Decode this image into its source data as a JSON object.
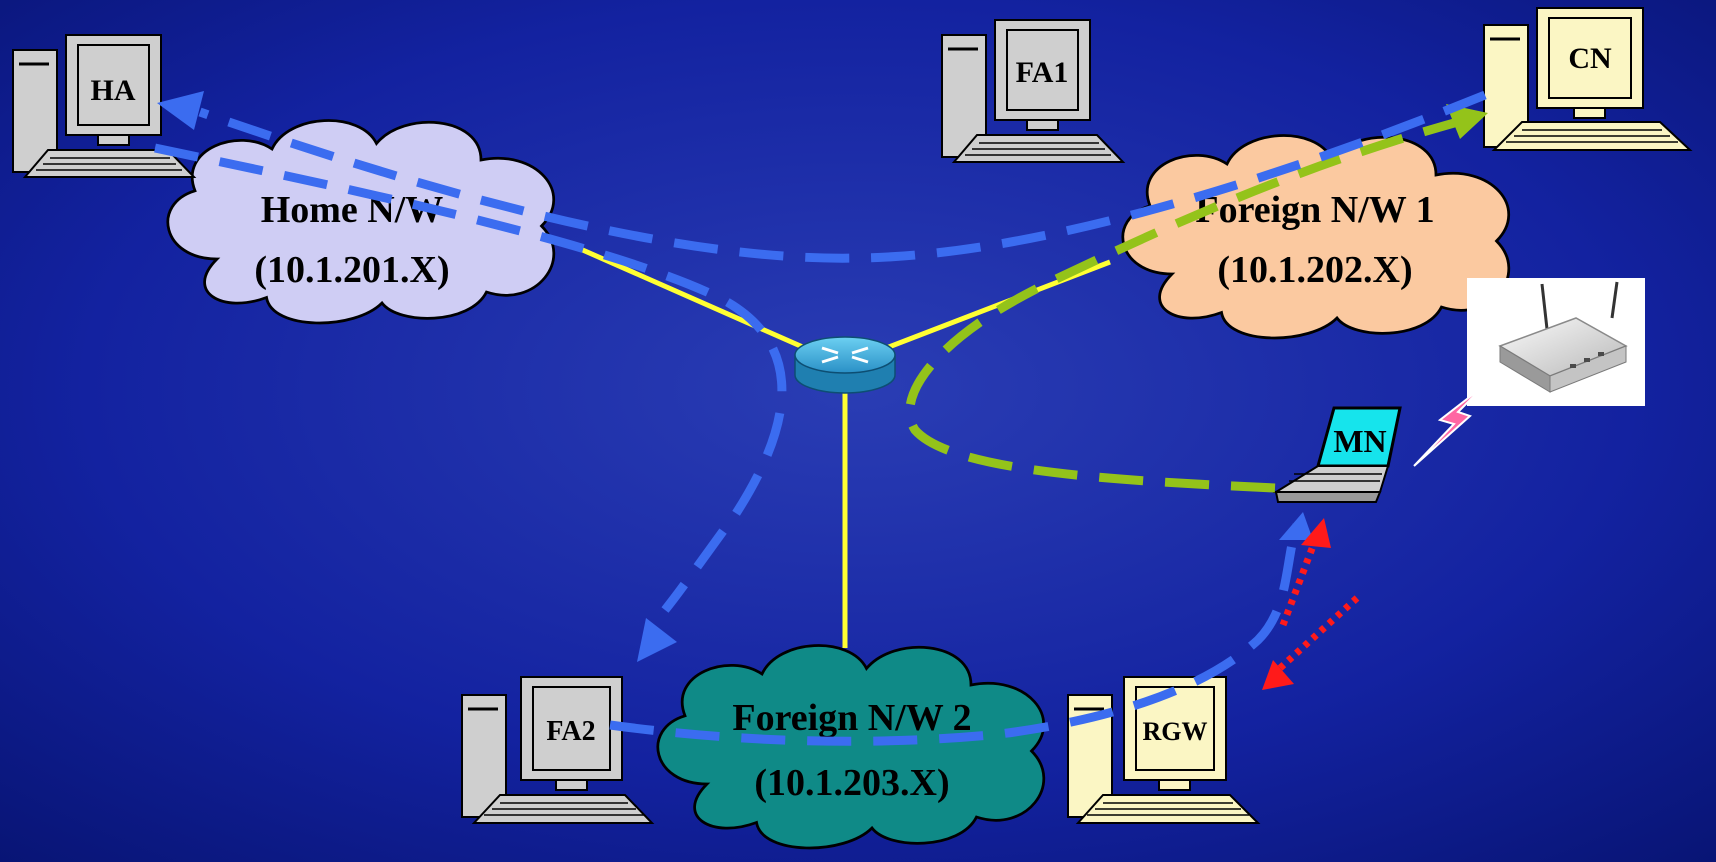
{
  "networks": {
    "home": {
      "name": "Home N/W",
      "subnet": "(10.1.201.X)",
      "color": "#cfcdf4"
    },
    "foreign1": {
      "name": "Foreign N/W 1",
      "subnet": "(10.1.202.X)",
      "color": "#fbc9a0"
    },
    "foreign2": {
      "name": "Foreign N/W 2",
      "subnet": "(10.1.203.X)",
      "color": "#0f8a87"
    }
  },
  "nodes": {
    "ha": {
      "label": "HA",
      "color": "#cfcfcf"
    },
    "fa1": {
      "label": "FA1",
      "color": "#cfcfcf"
    },
    "cn": {
      "label": "CN",
      "color": "#fbf6c4"
    },
    "fa2": {
      "label": "FA2",
      "color": "#cfcfcf"
    },
    "rgw": {
      "label": "RGW",
      "color": "#fbf6c4"
    },
    "mn": {
      "label": "MN",
      "color": "#16e4ec"
    }
  },
  "colors": {
    "background": "#0b1a8c",
    "link": "#ffff33",
    "tunnel": "#3b6cf0",
    "mn_path": "#94c31a",
    "signal": "#ff1a1a",
    "router": "#2b9fd0"
  }
}
